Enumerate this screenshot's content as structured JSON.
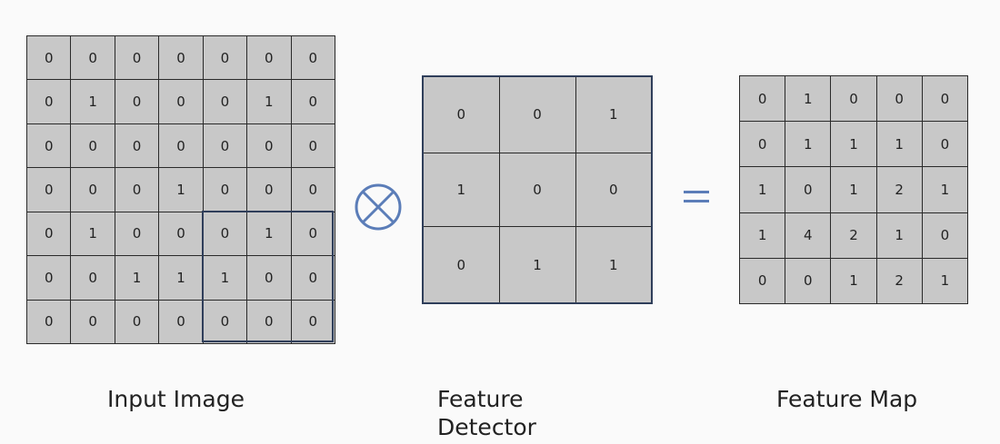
{
  "input_image": {
    "label": "Input Image",
    "rows": [
      [
        "0",
        "0",
        "0",
        "0",
        "0",
        "0",
        "0"
      ],
      [
        "0",
        "1",
        "0",
        "0",
        "0",
        "1",
        "0"
      ],
      [
        "0",
        "0",
        "0",
        "0",
        "0",
        "0",
        "0"
      ],
      [
        "0",
        "0",
        "0",
        "1",
        "0",
        "0",
        "0"
      ],
      [
        "0",
        "1",
        "0",
        "0",
        "0",
        "1",
        "0"
      ],
      [
        "0",
        "0",
        "1",
        "1",
        "1",
        "0",
        "0"
      ],
      [
        "0",
        "0",
        "0",
        "0",
        "0",
        "0",
        "0"
      ]
    ]
  },
  "feature_detector": {
    "label_line1": "Feature",
    "label_line2": "Detector",
    "rows": [
      [
        "0",
        "0",
        "1"
      ],
      [
        "1",
        "0",
        "0"
      ],
      [
        "0",
        "1",
        "1"
      ]
    ]
  },
  "feature_map": {
    "label": "Feature Map",
    "rows": [
      [
        "0",
        "1",
        "0",
        "0",
        "0"
      ],
      [
        "0",
        "1",
        "1",
        "1",
        "0"
      ],
      [
        "1",
        "0",
        "1",
        "2",
        "1"
      ],
      [
        "1",
        "4",
        "2",
        "1",
        "0"
      ],
      [
        "0",
        "0",
        "1",
        "2",
        "1"
      ]
    ]
  },
  "operators": {
    "convolve": "convolution-operator-icon",
    "equals": "equals-icon"
  },
  "colors": {
    "cell_fill": "#c8c8c8",
    "operator_blue": "#5b7db8",
    "highlight_border": "#2f3e5a"
  }
}
